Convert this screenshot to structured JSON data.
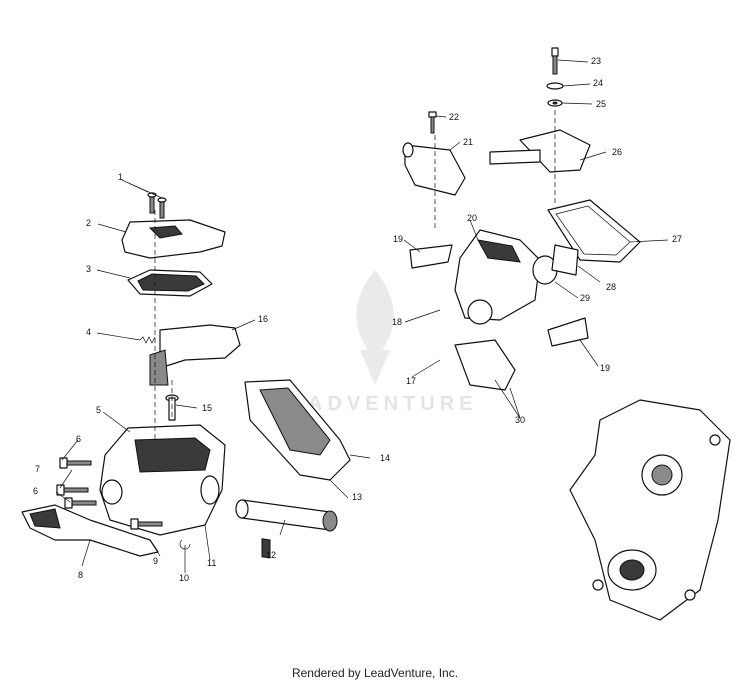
{
  "watermark": "LEADVENTURE",
  "footer": "Rendered by LeadVenture, Inc.",
  "callouts": [
    "1",
    "2",
    "3",
    "4",
    "5",
    "6",
    "7",
    "6",
    "8",
    "9",
    "10",
    "11",
    "12",
    "13",
    "14",
    "15",
    "16",
    "17",
    "18",
    "19",
    "20",
    "21",
    "22",
    "23",
    "24",
    "25",
    "26",
    "27",
    "28",
    "29",
    "19",
    "30"
  ]
}
